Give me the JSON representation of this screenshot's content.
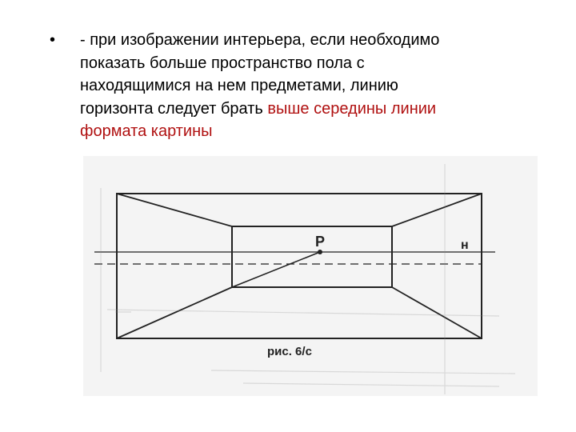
{
  "bullet": {
    "marker": "•",
    "lines": [
      "- при изображении интерьера, если необходимо",
      "показать больше пространство пола  с",
      "находящимися на нем предметами, линию",
      "горизонта следует брать "
    ],
    "highlight_line4": "выше середины линии",
    "highlight_line5": "формата картины"
  },
  "figure": {
    "label_p": "P",
    "label_h": "н",
    "caption": "рис. 6/с",
    "colors": {
      "stroke": "#222222",
      "background": "#f4f4f4"
    }
  }
}
